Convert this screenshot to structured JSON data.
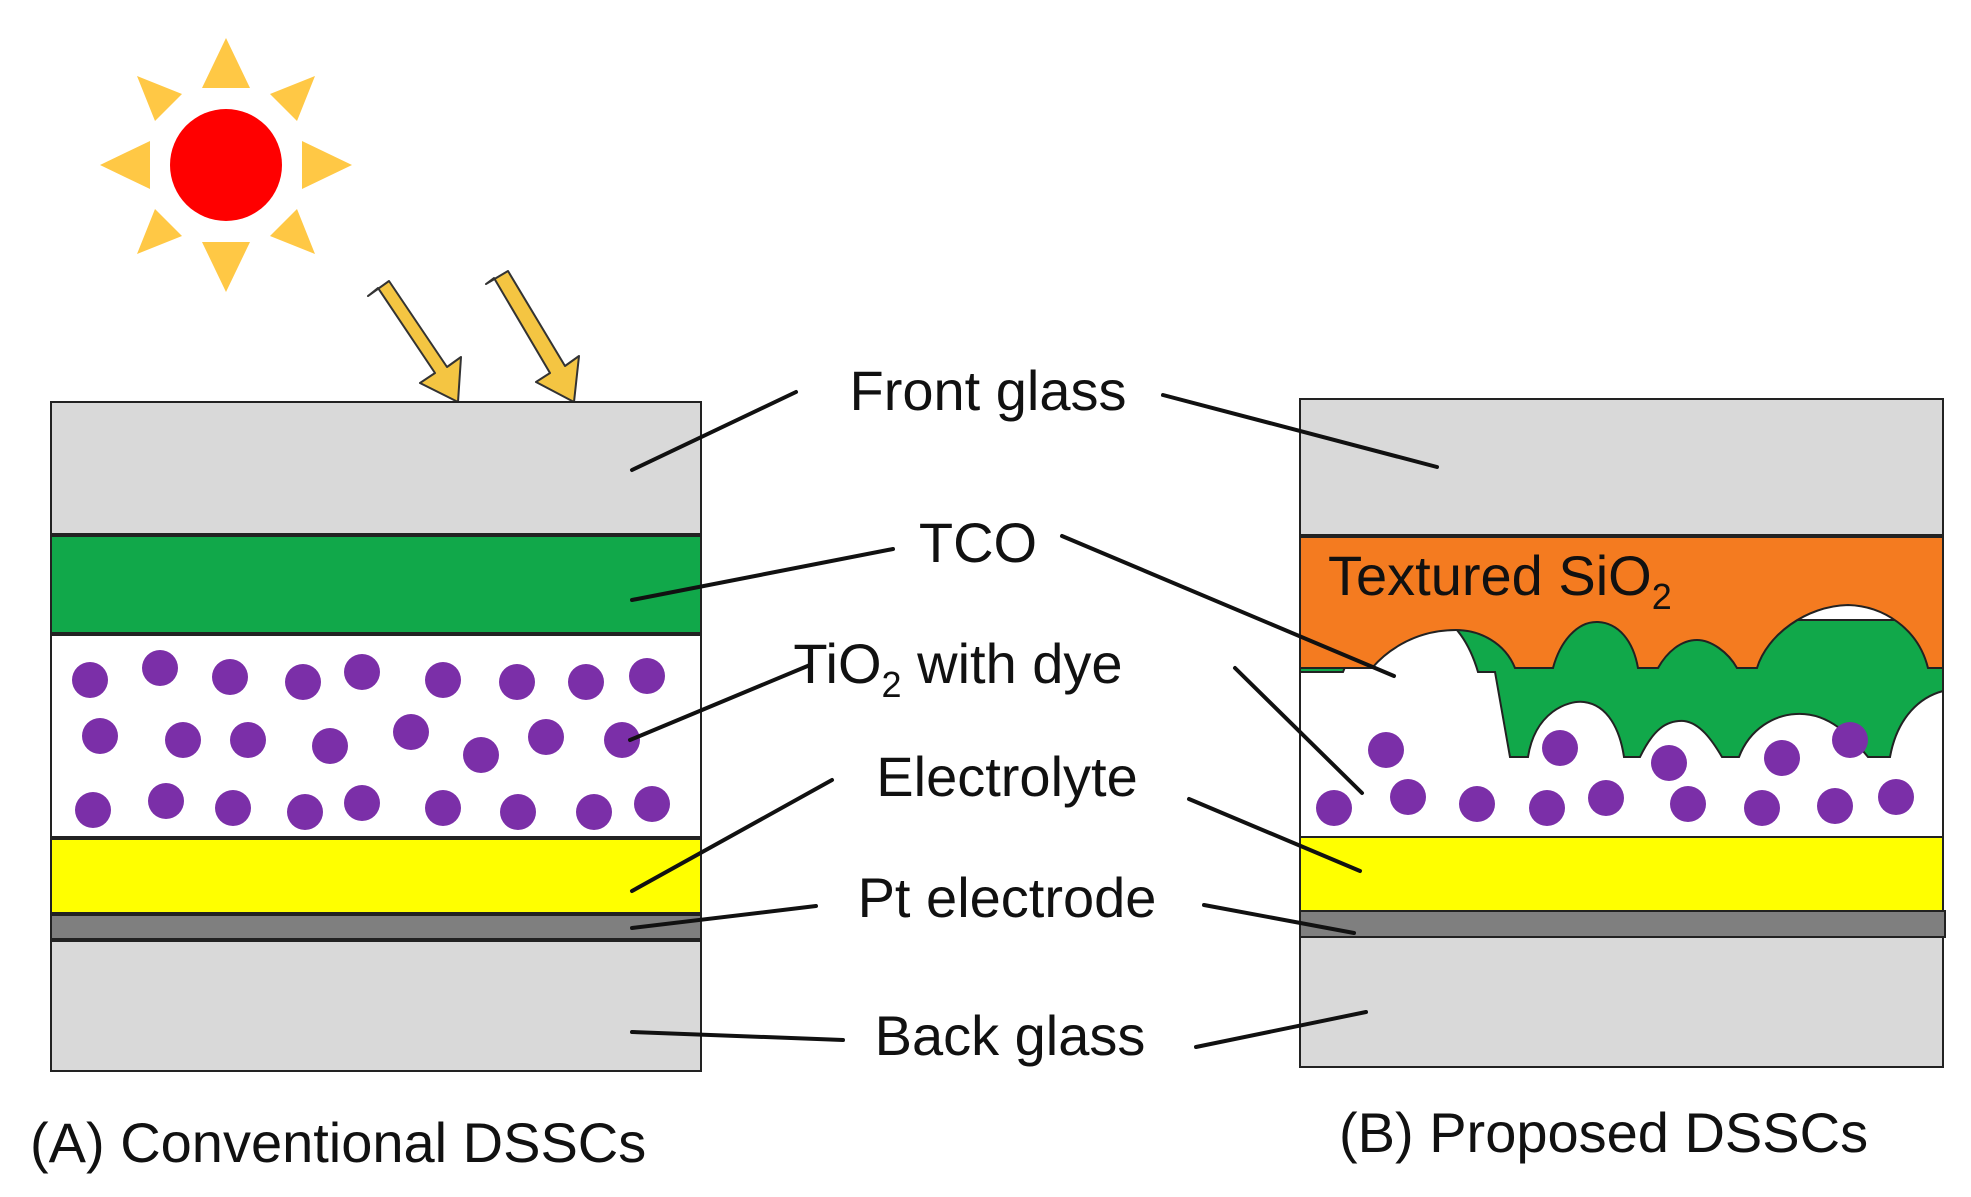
{
  "labels": {
    "front_glass": "Front glass",
    "tco": "TCO",
    "tio2_prefix": "TiO",
    "tio2_sub": "2",
    "tio2_suffix": " with dye",
    "electrolyte": "Electrolyte",
    "pt_electrode": "Pt electrode",
    "back_glass": "Back glass",
    "textured_prefix": "Textured SiO",
    "textured_sub": "2"
  },
  "captions": {
    "conventional": "(A) Conventional DSSCs",
    "proposed": "(B) Proposed DSSCs"
  },
  "colors": {
    "glass": "#d9d9d9",
    "tco": "#11a84a",
    "dye_particle": "#7b2fa8",
    "electrolyte": "#ffff00",
    "pt": "#7f7f7f",
    "textured_sio2": "#f47b20",
    "sun_core": "#ff0000",
    "sun_rays": "#ffc845",
    "light_arrow": "#f4c542"
  },
  "icons": {
    "sun": "sun-icon",
    "light": "light-arrow-icon"
  }
}
